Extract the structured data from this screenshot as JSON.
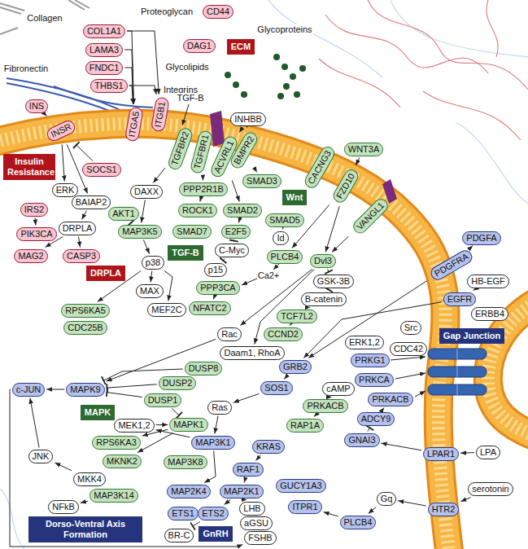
{
  "diagram": {
    "nodes": [
      {
        "text": [
          "CD44"
        ]
      },
      {
        "text": [
          "COL1A1"
        ]
      },
      {
        "text": [
          "DAG1"
        ]
      },
      {
        "text": [
          "ECM"
        ]
      },
      {
        "text": [
          "LAMA3"
        ]
      },
      {
        "text": [
          "FNDC1"
        ]
      },
      {
        "text": [
          "THBS1"
        ]
      },
      {
        "text": [
          "INS"
        ]
      },
      {
        "text": [
          "INHBB"
        ]
      },
      {
        "text": [
          "ITGA5"
        ]
      },
      {
        "text": [
          "ITGB1"
        ]
      },
      {
        "text": [
          "TGFBR2"
        ]
      },
      {
        "text": [
          "TGFBR1"
        ]
      },
      {
        "text": [
          "ACVRL1"
        ]
      },
      {
        "text": [
          "BMPR2"
        ]
      },
      {
        "text": [
          "INSR"
        ]
      },
      {
        "text": [
          "Insulin Resistance"
        ]
      },
      {
        "text": [
          "SOCS1"
        ]
      },
      {
        "text": [
          "WNT3A"
        ]
      },
      {
        "text": [
          "CACNG3"
        ]
      },
      {
        "text": [
          "SMAD3"
        ]
      },
      {
        "text": [
          "FZD10"
        ]
      },
      {
        "text": [
          "DAXX"
        ]
      },
      {
        "text": [
          "PPP2R1B"
        ]
      },
      {
        "text": [
          "Wnt"
        ]
      },
      {
        "text": [
          "ERK"
        ]
      },
      {
        "text": [
          "BAIAP2"
        ]
      },
      {
        "text": [
          "IRS2"
        ]
      },
      {
        "text": [
          "AKT1"
        ]
      },
      {
        "text": [
          "ROCK1"
        ]
      },
      {
        "text": [
          "SMAD2"
        ]
      },
      {
        "text": [
          "SMAD5"
        ]
      },
      {
        "text": [
          "VANGL1"
        ]
      },
      {
        "text": [
          "DRPLA"
        ]
      },
      {
        "text": [
          "MAP3K5"
        ]
      },
      {
        "text": [
          "SMAD7"
        ]
      },
      {
        "text": [
          "E2F5"
        ]
      },
      {
        "text": [
          "Id"
        ]
      },
      {
        "text": [
          "PIK3CA"
        ]
      },
      {
        "text": [
          "PDGFA"
        ]
      },
      {
        "text": [
          "C-Myc"
        ]
      },
      {
        "text": [
          "TGF-B"
        ]
      },
      {
        "text": [
          "p38"
        ]
      },
      {
        "text": [
          "PLCB4"
        ]
      },
      {
        "text": [
          "Dvl3"
        ]
      },
      {
        "text": [
          "MAG2"
        ]
      },
      {
        "text": [
          "CASP3"
        ]
      },
      {
        "text": [
          "p15"
        ]
      },
      {
        "text": [
          "PDGFRA"
        ]
      },
      {
        "text": [
          "DRPLA"
        ]
      },
      {
        "text": [
          "GSK-3B"
        ]
      },
      {
        "text": [
          "HB-EGF"
        ]
      },
      {
        "text": [
          "PPP3CA"
        ]
      },
      {
        "text": [
          "MAX"
        ]
      },
      {
        "text": [
          "B-catenin"
        ]
      },
      {
        "text": [
          "NFATC2"
        ]
      },
      {
        "text": [
          "MEF2C"
        ]
      },
      {
        "text": [
          "RPS6KA5"
        ]
      },
      {
        "text": [
          "EGFR"
        ]
      },
      {
        "text": [
          "TCF7L2"
        ]
      },
      {
        "text": [
          "CDC25B"
        ]
      },
      {
        "text": [
          "ERBB4"
        ]
      },
      {
        "text": [
          "Rac"
        ]
      },
      {
        "text": [
          "CCND2"
        ]
      },
      {
        "text": [
          "Src"
        ]
      },
      {
        "text": [
          "ERK1,2"
        ]
      },
      {
        "text": [
          "CDC42"
        ]
      },
      {
        "text": [
          "Daam1, RhoA"
        ]
      },
      {
        "text": [
          "PRKG1"
        ]
      },
      {
        "text": [
          "DUSP8"
        ]
      },
      {
        "text": [
          "GRB2"
        ]
      },
      {
        "text": [
          "Gap Junction"
        ]
      },
      {
        "text": [
          "PRKCA"
        ]
      },
      {
        "text": [
          "DUSP2"
        ]
      },
      {
        "text": [
          "cAMP"
        ]
      },
      {
        "text": [
          "SOS1"
        ]
      },
      {
        "text": [
          "c-JUN"
        ]
      },
      {
        "text": [
          "MAPK9"
        ]
      },
      {
        "text": [
          "PRKACB"
        ]
      },
      {
        "text": [
          "DUSP1"
        ]
      },
      {
        "text": [
          "PRKACB"
        ]
      },
      {
        "text": [
          "Ras"
        ]
      },
      {
        "text": [
          "MAPK"
        ]
      },
      {
        "text": [
          "ADCY9"
        ]
      },
      {
        "text": [
          "MEK1,2"
        ]
      },
      {
        "text": [
          "MAPK1"
        ]
      },
      {
        "text": [
          "RAP1A"
        ]
      },
      {
        "text": [
          "RPS6KA3"
        ]
      },
      {
        "text": [
          "MAP3K1"
        ]
      },
      {
        "text": [
          "GNAI3"
        ]
      },
      {
        "text": [
          "KRAS"
        ]
      },
      {
        "text": [
          "LPAR1"
        ]
      },
      {
        "text": [
          "LPA"
        ]
      },
      {
        "text": [
          "JNK"
        ]
      },
      {
        "text": [
          "MKNK2"
        ]
      },
      {
        "text": [
          "MAP3K8"
        ]
      },
      {
        "text": [
          "RAF1"
        ]
      },
      {
        "text": [
          "MKK4"
        ]
      },
      {
        "text": [
          "GUCY1A3"
        ]
      },
      {
        "text": [
          "serotonin"
        ]
      },
      {
        "text": [
          "MAP2K4"
        ]
      },
      {
        "text": [
          "MAP2K1"
        ]
      },
      {
        "text": [
          "MAP3K14"
        ]
      },
      {
        "text": [
          "Gq"
        ]
      },
      {
        "text": [
          "ITPR1"
        ]
      },
      {
        "text": [
          "HTR2"
        ]
      },
      {
        "text": [
          "ETS1"
        ]
      },
      {
        "text": [
          "ETS2"
        ]
      },
      {
        "text": [
          "LHB"
        ]
      },
      {
        "text": [
          "NFkB"
        ]
      },
      {
        "text": [
          "PLCB4"
        ]
      },
      {
        "text": [
          "aGSU"
        ]
      },
      {
        "text": [
          "Dorso-Ventral Axis Formation"
        ]
      },
      {
        "text": [
          "BR-C"
        ]
      },
      {
        "text": [
          "GnRH"
        ]
      },
      {
        "text": [
          "FSHB"
        ]
      }
    ],
    "edges": [
      {
        "from": 1,
        "to": 9,
        "arrow": "to"
      },
      {
        "from": 4,
        "to": 9,
        "arrow": "to"
      },
      {
        "from": 5,
        "to": 9,
        "arrow": "to"
      },
      {
        "from": 6,
        "to": 9,
        "arrow": "to"
      },
      {
        "from": 1,
        "to": 10,
        "arrow": "to"
      },
      {
        "from": 6,
        "to": 10,
        "arrow": "to"
      },
      {
        "from": 7,
        "to": 15,
        "arrow": "to"
      },
      {
        "from": 15,
        "to": 25,
        "arrow": "to"
      },
      {
        "from": 15,
        "to": 26,
        "arrow": "to"
      },
      {
        "from": 17,
        "to": 15,
        "arrow": "to"
      },
      {
        "from": 27,
        "to": 38,
        "arrow": "to"
      },
      {
        "from": 26,
        "to": 33,
        "arrow": "to"
      },
      {
        "from": 33,
        "to": 45,
        "arrow": "to"
      },
      {
        "from": 33,
        "to": 46,
        "arrow": "to"
      },
      {
        "from": 8,
        "to": 13,
        "arrow": "to"
      },
      {
        "from": 8,
        "to": 14,
        "arrow": "to"
      },
      {
        "from": 11,
        "to": 22,
        "arrow": "to"
      },
      {
        "from": 12,
        "to": 23,
        "arrow": "to"
      },
      {
        "from": 13,
        "to": 30,
        "arrow": "to"
      },
      {
        "from": 14,
        "to": 20,
        "arrow": "to"
      },
      {
        "from": 31,
        "to": 37,
        "arrow": "to"
      },
      {
        "from": 23,
        "to": 29,
        "arrow": "to"
      },
      {
        "from": 30,
        "to": 36,
        "arrow": "to"
      },
      {
        "from": 36,
        "to": 40,
        "arrow": "to"
      },
      {
        "from": 40,
        "to": 47,
        "arrow": "to"
      },
      {
        "from": 22,
        "to": 34,
        "arrow": "to"
      },
      {
        "from": 28,
        "to": 34,
        "arrow": "to"
      },
      {
        "from": 34,
        "to": 42,
        "arrow": "to"
      },
      {
        "from": 42,
        "to": 53,
        "arrow": "to"
      },
      {
        "from": 42,
        "to": 56,
        "arrow": "to"
      },
      {
        "from": 42,
        "to": 57,
        "arrow": "to"
      },
      {
        "from": 18,
        "to": 21,
        "arrow": "to"
      },
      {
        "from": 21,
        "to": 44,
        "arrow": "to"
      },
      {
        "from": 21,
        "to": 43,
        "arrow": "to"
      },
      {
        "from": 32,
        "to": 44,
        "arrow": "to"
      },
      {
        "from": 52,
        "to": 55,
        "arrow": "to"
      },
      {
        "from": 44,
        "to": 50,
        "arrow": "to"
      },
      {
        "from": 50,
        "to": 54,
        "arrow": "to"
      },
      {
        "from": 54,
        "to": 59,
        "arrow": "to"
      },
      {
        "from": 59,
        "to": 63,
        "arrow": "to"
      },
      {
        "from": 44,
        "to": 62,
        "arrow": "to"
      },
      {
        "from": 44,
        "to": 67,
        "arrow": "to"
      },
      {
        "from": 62,
        "to": 77,
        "arrow": "to"
      },
      {
        "from": 39,
        "to": 48,
        "arrow": "to"
      },
      {
        "from": 51,
        "to": 58,
        "arrow": "to"
      },
      {
        "from": 48,
        "to": 70,
        "arrow": "to"
      },
      {
        "from": 58,
        "to": 70,
        "arrow": "to"
      },
      {
        "from": 70,
        "to": 75,
        "arrow": "to"
      },
      {
        "from": 75,
        "to": 81,
        "arrow": "to"
      },
      {
        "from": 74,
        "to": 80,
        "arrow": "to"
      },
      {
        "from": 80,
        "to": 86,
        "arrow": "to"
      },
      {
        "from": 81,
        "to": 88,
        "arrow": "to"
      },
      {
        "from": 79,
        "to": 77,
        "arrow": "to"
      },
      {
        "from": 73,
        "to": 77,
        "arrow": "to"
      },
      {
        "from": 69,
        "to": 77,
        "arrow": "to"
      },
      {
        "from": 79,
        "to": 85,
        "arrow": "to"
      },
      {
        "from": 84,
        "to": 85,
        "arrow": "to"
      },
      {
        "from": 85,
        "to": 87,
        "arrow": "to"
      },
      {
        "from": 85,
        "to": 94,
        "arrow": "to"
      },
      {
        "from": 88,
        "to": 84,
        "arrow": "to"
      },
      {
        "from": 88,
        "to": 100,
        "arrow": "to"
      },
      {
        "from": 97,
        "to": 93,
        "arrow": "to"
      },
      {
        "from": 93,
        "to": 76,
        "arrow": "to"
      },
      {
        "from": 77,
        "to": 76,
        "arrow": "to"
      },
      {
        "from": 102,
        "to": 109,
        "arrow": "to"
      },
      {
        "from": 90,
        "to": 96,
        "arrow": "to"
      },
      {
        "from": 96,
        "to": 101,
        "arrow": "to"
      },
      {
        "from": 101,
        "to": 107,
        "arrow": "to"
      },
      {
        "from": 101,
        "to": 108,
        "arrow": "to"
      },
      {
        "from": 107,
        "to": 113,
        "arrow": "to"
      },
      {
        "from": 76,
        "to": 115,
        "arrow": "to"
      },
      {
        "from": 83,
        "to": 78,
        "arrow": "to"
      },
      {
        "from": 89,
        "to": 83,
        "arrow": "to"
      },
      {
        "from": 92,
        "to": 91,
        "arrow": "to"
      },
      {
        "from": 91,
        "to": 89,
        "arrow": "to"
      },
      {
        "from": 99,
        "to": 105,
        "arrow": "to"
      },
      {
        "from": 105,
        "to": 103,
        "arrow": "to"
      },
      {
        "from": 103,
        "to": 110,
        "arrow": "to"
      },
      {
        "from": 110,
        "to": 104,
        "arrow": "to"
      }
    ],
    "labels": [
      "Collagen",
      "Proteoglycan",
      "Glycoproteins",
      "Fibronectin",
      "Glycolipids",
      "Integrins",
      "TGF-B",
      "Ca2+"
    ]
  }
}
